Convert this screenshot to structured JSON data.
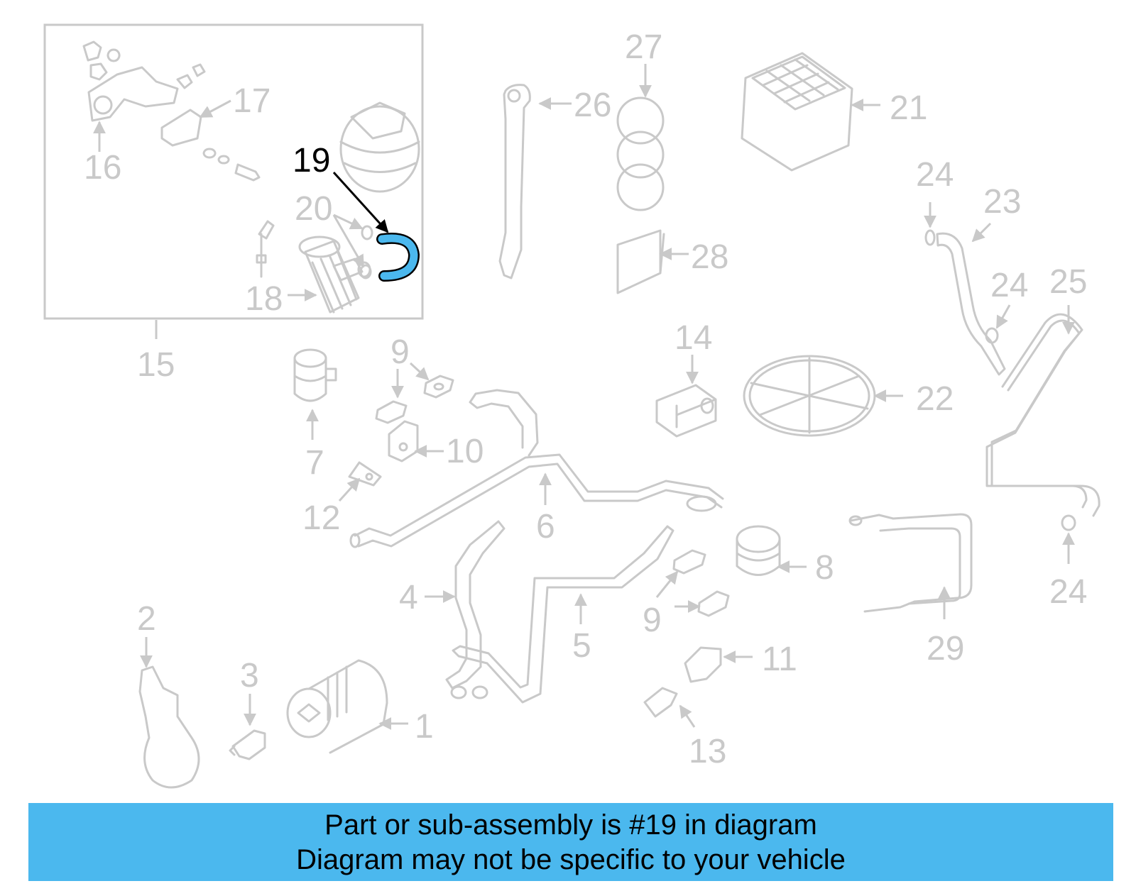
{
  "diagram": {
    "highlight_color": "#4bb8ee",
    "highlighted_part": "19",
    "callouts": {
      "c1": "1",
      "c2": "2",
      "c3": "3",
      "c4": "4",
      "c5": "5",
      "c6": "6",
      "c7": "7",
      "c8": "8",
      "c9a": "9",
      "c9b": "9",
      "c10": "10",
      "c11": "11",
      "c12": "12",
      "c13": "13",
      "c14": "14",
      "c15": "15",
      "c16": "16",
      "c17": "17",
      "c18": "18",
      "c19": "19",
      "c20": "20",
      "c21": "21",
      "c22": "22",
      "c23": "23",
      "c24a": "24",
      "c24b": "24",
      "c24c": "24",
      "c25": "25",
      "c26": "26",
      "c27": "27",
      "c28": "28",
      "c29": "29"
    }
  },
  "banner": {
    "line1": "Part or sub-assembly is #19 in diagram",
    "line2": "Diagram may not be specific to your vehicle"
  }
}
